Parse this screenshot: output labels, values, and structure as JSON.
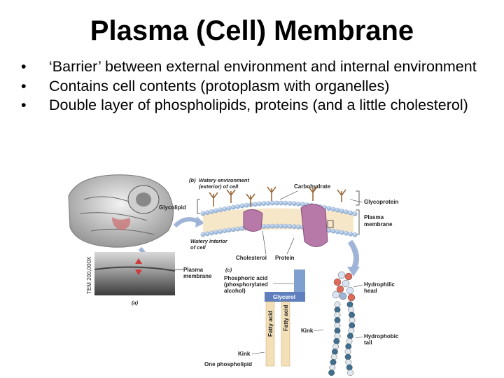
{
  "title": "Plasma (Cell) Membrane",
  "bullets": [
    {
      "marker": "•",
      "text": "‘Barrier’ between external environment and internal environment"
    },
    {
      "marker": "•",
      "text": "Contains cell contents (protoplasm with organelles)"
    },
    {
      "marker": "•",
      "text": "Double layer of phospholipids, proteins (and a little cholesterol)"
    }
  ],
  "figure": {
    "panel_b": "(b)",
    "watery_exterior": "Watery environment",
    "watery_exterior_2": "(exterior) of cell",
    "carbohydrate": "Carbohydrate",
    "glycolipid": "Glycolipid",
    "glycoprotein": "Glycoprotein",
    "plasma_membrane_right_1": "Plasma",
    "plasma_membrane_right_2": "membrane",
    "watery_interior_1": "Watery interior",
    "watery_interior_2": "of cell",
    "cholesterol": "Cholesterol",
    "protein": "Protein",
    "plasma_membrane_left_1": "Plasma",
    "plasma_membrane_left_2": "membrane",
    "panel_c": "(c)",
    "phosphoric_1": "Phosphoric acid",
    "phosphoric_2": "(phosphorylated",
    "phosphoric_3": "alcohol)",
    "glycerol": "Glycerol",
    "fatty_acid": "Fatty acid",
    "hydrophilic_1": "Hydrophilic",
    "hydrophilic_2": "head",
    "kink_left": "Kink",
    "kink_right": "Kink",
    "hydrophobic_1": "Hydrophobic",
    "hydrophobic_2": "tail",
    "one_phospholipid": "One phospholipid",
    "tem": "TEM 200,000X",
    "panel_a": "(a)"
  },
  "colors": {
    "phospholipid_head": "#8fb1d8",
    "protein": "#b77aa8",
    "carbohydrate": "#9a6b3c",
    "phosphate": "#7f9fcf",
    "glycerol": "#5f7fbf",
    "fatty_acid": "#f3e0b8"
  }
}
